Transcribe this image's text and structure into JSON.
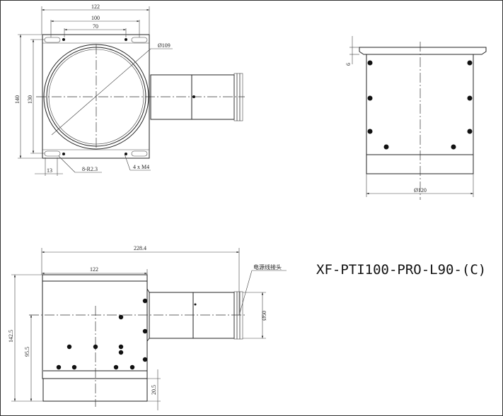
{
  "title": "XF-PTI100-PRO-L90-(C)",
  "top_view": {
    "dim_width": "122",
    "dim_slot_span": "100",
    "dim_hole_span": "70",
    "dim_diameter": "Ø109",
    "dim_height": "140",
    "dim_slot_height": "130",
    "dim_slot_length": "13",
    "slot_note": "8-R2.3",
    "thread_note": "4 x M4"
  },
  "side_view": {
    "dim_flange": "6",
    "dim_diameter": "Ø120"
  },
  "front_view": {
    "dim_total_length": "228.4",
    "dim_body_width": "122",
    "dim_height": "142.5",
    "dim_axis_height": "95.5",
    "dim_base": "20.5",
    "dim_tube_diameter": "Ø50",
    "connector_label": "电源线接头"
  }
}
